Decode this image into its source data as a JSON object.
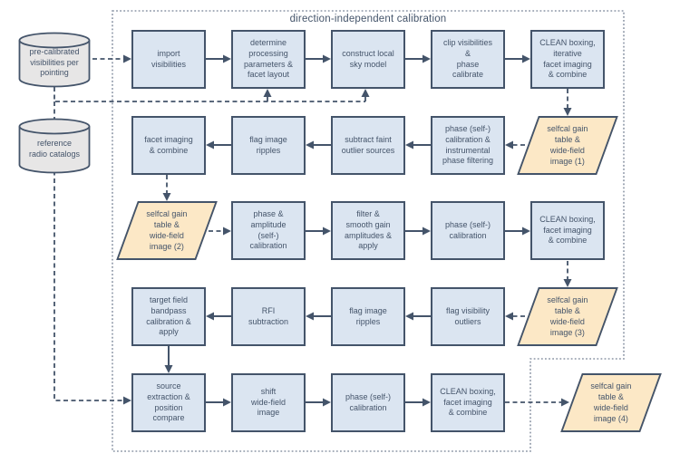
{
  "diagram": {
    "title": "direction-independent calibration"
  },
  "colors": {
    "process_fill": "#dbe5f1",
    "data_fill": "#fce8c6",
    "store_fill": "#e7e6e6",
    "stroke": "#44546a",
    "container_border": "#8b95a5",
    "text": "#44546a",
    "page_bg": "#ffffff"
  },
  "stores": {
    "precalibrated_visibilities": {
      "label": "pre-calibrated\nvisibilities per\npointing"
    },
    "reference_catalogs": {
      "label": "reference\nradio catalogs"
    }
  },
  "nodes": {
    "import_visibilities": {
      "label": "import\nvisibilities"
    },
    "determine_parameters": {
      "label": "determine\nprocessing\nparameters &\nfacet layout"
    },
    "construct_sky_model": {
      "label": "construct local\nsky model"
    },
    "clip_phase_calibrate": {
      "label": "clip visibilities\n&\nphase\ncalibrate"
    },
    "clean_boxing_iterative": {
      "label": "CLEAN boxing,\niterative\nfacet imaging\n& combine"
    },
    "facet_imaging_combine": {
      "label": "facet imaging\n& combine"
    },
    "flag_image_ripples_1": {
      "label": "flag image\nripples"
    },
    "subtract_faint_outliers": {
      "label": "subtract faint\noutlier sources"
    },
    "phase_instrumental_filtering": {
      "label": "phase (self-)\ncalibration &\ninstrumental\nphase filtering"
    },
    "phase_amplitude_selfcal": {
      "label": "phase &\namplitude\n(self-)\ncalibration"
    },
    "filter_smooth_gains": {
      "label": "filter &\nsmooth gain\namplitudes &\napply"
    },
    "phase_selfcal_1": {
      "label": "phase (self-)\ncalibration"
    },
    "clean_boxing_facet_1": {
      "label": "CLEAN boxing,\nfacet imaging\n& combine"
    },
    "target_field_bandpass": {
      "label": "target field\nbandpass\ncalibration &\napply"
    },
    "rfi_subtraction": {
      "label": "RFI\nsubtraction"
    },
    "flag_image_ripples_2": {
      "label": "flag image\nripples"
    },
    "flag_visibility_outliers": {
      "label": "flag visibility\noutliers"
    },
    "source_extraction": {
      "label": "source\nextraction &\nposition\ncompare"
    },
    "shift_wide_field": {
      "label": "shift\nwide-field\nimage"
    },
    "phase_selfcal_2": {
      "label": "phase (self-)\ncalibration"
    },
    "clean_boxing_facet_2": {
      "label": "CLEAN boxing,\nfacet imaging\n& combine"
    }
  },
  "outputs": {
    "selfcal_1": {
      "label": "selfcal gain\ntable &\nwide-field\nimage (1)"
    },
    "selfcal_2": {
      "label": "selfcal gain\ntable &\nwide-field\nimage (2)"
    },
    "selfcal_3": {
      "label": "selfcal gain\ntable &\nwide-field\nimage (3)"
    },
    "selfcal_4": {
      "label": "selfcal gain\ntable &\nwide-field\nimage (4)"
    }
  }
}
